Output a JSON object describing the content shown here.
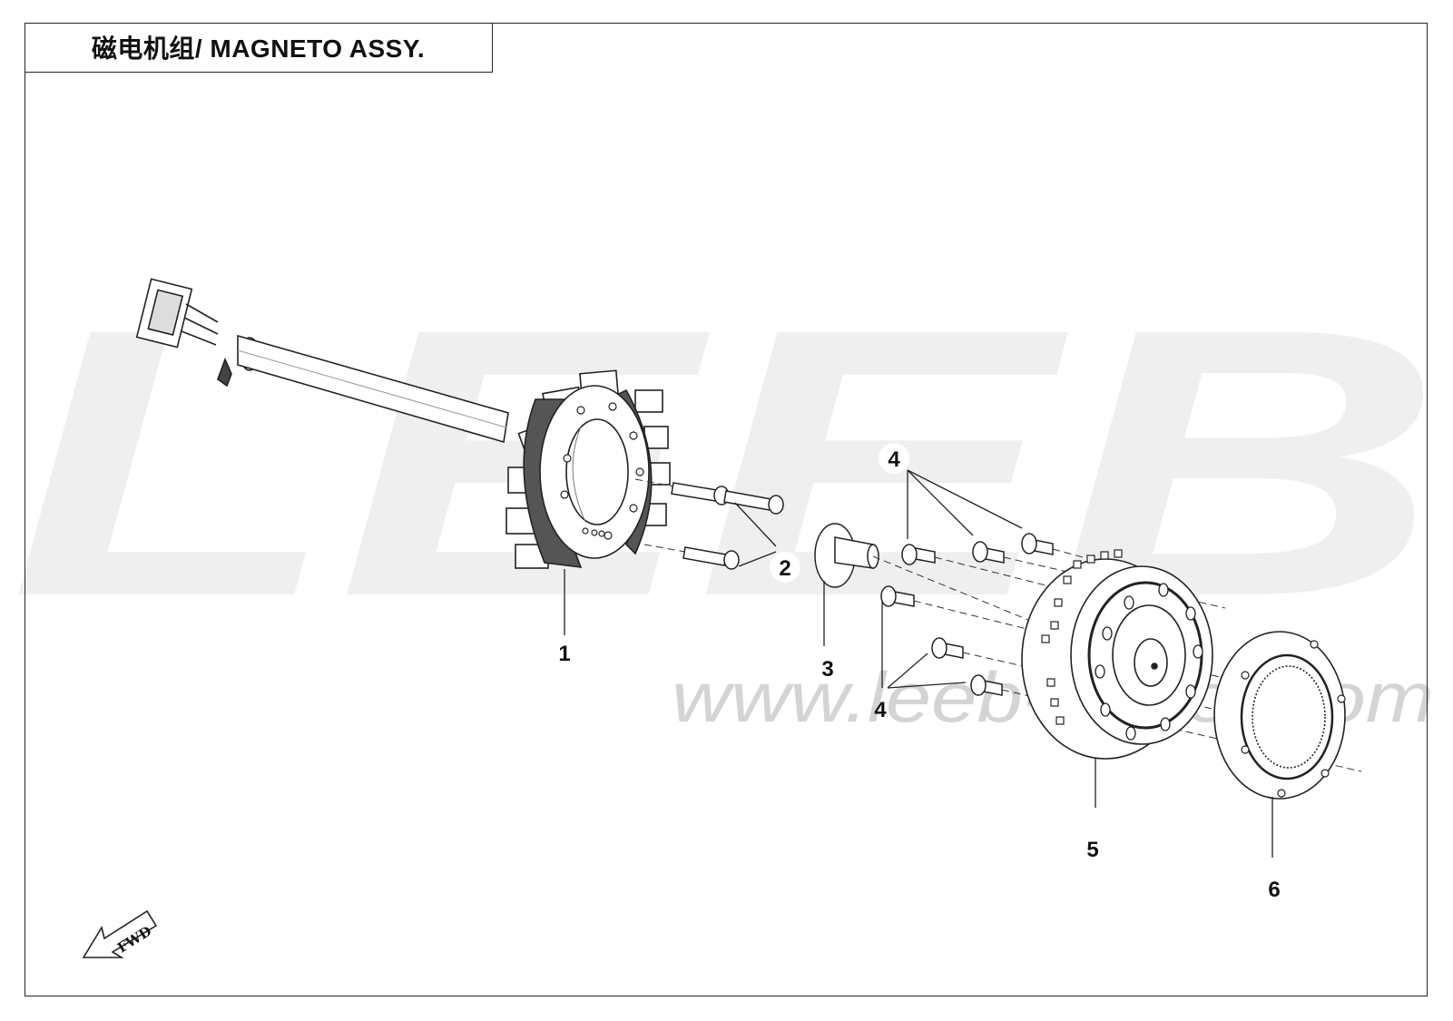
{
  "title": "磁电机组/ MAGNETO ASSY.",
  "watermark": {
    "brand": "LEEB",
    "url": "www.leeb-motor.com"
  },
  "callouts": [
    "1",
    "2",
    "3",
    "4",
    "4",
    "5",
    "6"
  ],
  "direction_label": "FWD",
  "colors": {
    "line": "#222222",
    "watermark_fill": "#efefef",
    "watermark_url": "#d4d4d4"
  }
}
